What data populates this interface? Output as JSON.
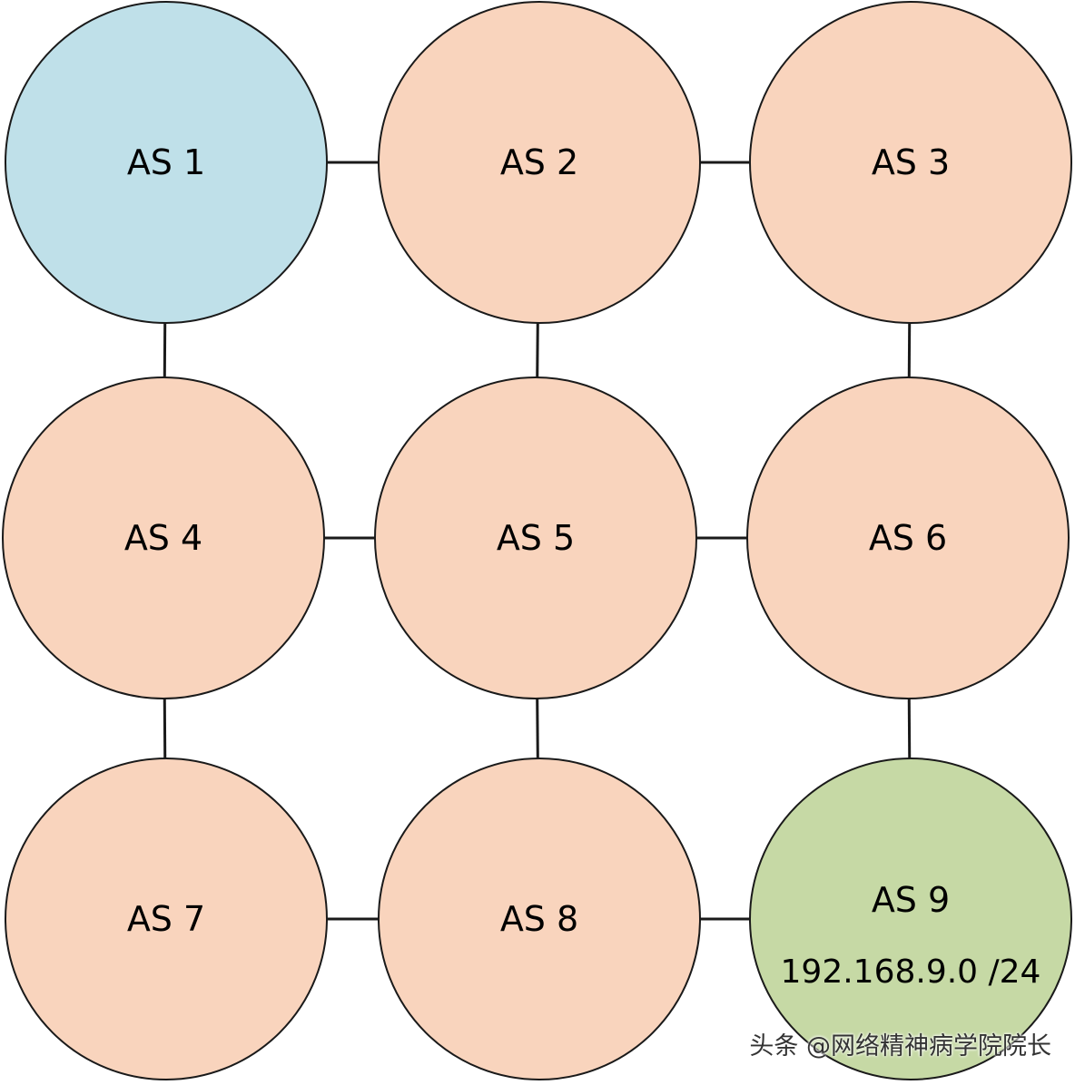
{
  "diagram": {
    "nodes": [
      {
        "id": "as1",
        "label": "AS 1",
        "sublabel": "",
        "fill": "#bfe0e9"
      },
      {
        "id": "as2",
        "label": "AS 2",
        "sublabel": "",
        "fill": "#f9d4bd"
      },
      {
        "id": "as3",
        "label": "AS 3",
        "sublabel": "",
        "fill": "#f9d4bd"
      },
      {
        "id": "as4",
        "label": "AS 4",
        "sublabel": "",
        "fill": "#f9d4bd"
      },
      {
        "id": "as5",
        "label": "AS 5",
        "sublabel": "",
        "fill": "#f9d4bd"
      },
      {
        "id": "as6",
        "label": "AS 6",
        "sublabel": "",
        "fill": "#f9d4bd"
      },
      {
        "id": "as7",
        "label": "AS 7",
        "sublabel": "",
        "fill": "#f9d4bd"
      },
      {
        "id": "as8",
        "label": "AS 8",
        "sublabel": "",
        "fill": "#f9d4bd"
      },
      {
        "id": "as9",
        "label": "AS 9",
        "sublabel": "192.168.9.0 /24",
        "fill": "#c6d9a5"
      }
    ],
    "links": [
      [
        "as1",
        "as2"
      ],
      [
        "as2",
        "as3"
      ],
      [
        "as1",
        "as4"
      ],
      [
        "as2",
        "as5"
      ],
      [
        "as3",
        "as6"
      ],
      [
        "as4",
        "as5"
      ],
      [
        "as5",
        "as6"
      ],
      [
        "as4",
        "as7"
      ],
      [
        "as5",
        "as8"
      ],
      [
        "as6",
        "as9"
      ],
      [
        "as7",
        "as8"
      ],
      [
        "as8",
        "as9"
      ]
    ],
    "stroke_color": "#1a1a1a"
  },
  "watermark": "头条 @网络精神病学院院长"
}
